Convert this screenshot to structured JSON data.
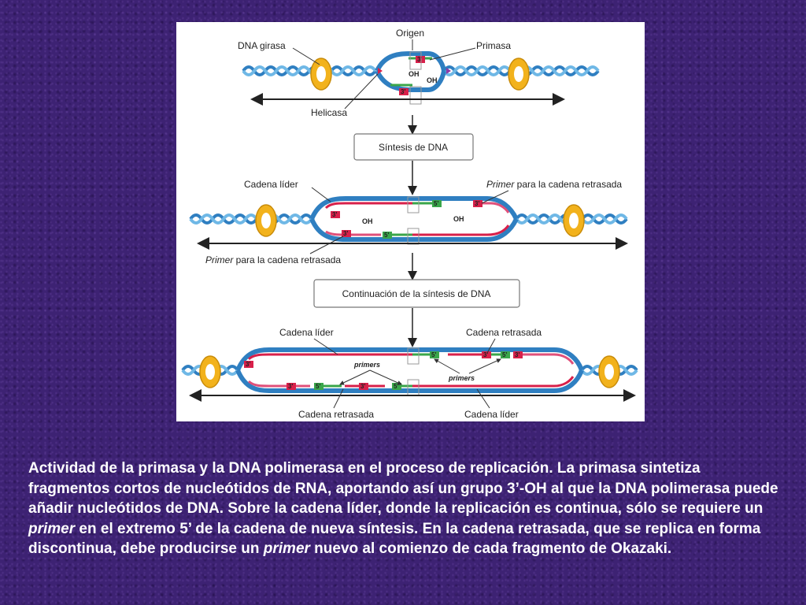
{
  "figure": {
    "labels": {
      "origen": "Origen",
      "dna_girasa": "DNA girasa",
      "primasa": "Primasa",
      "helicasa": "Helicasa",
      "cadena_lider": "Cadena líder",
      "primer_word": "Primer",
      "para_retrasada": " para la cadena retrasada",
      "cadena_retrasada": "Cadena retrasada",
      "primers": "primers",
      "oh": "OH",
      "three": "3'",
      "five": "5'"
    },
    "boxes": {
      "sintesis": "Síntesis de DNA",
      "continuacion": "Continuación de la síntesis de DNA"
    }
  },
  "caption": {
    "p1": "Actividad de la primasa y la DNA polimerasa en el proceso de replicación. La primasa sintetiza fragmentos cortos de nucleótidos de RNA, aportando así un grupo 3’-OH al que la DNA polimerasa puede añadir nucleótidos de DNA. Sobre la cadena líder, donde la replicación es continua, sólo se requiere un ",
    "em1": "primer",
    "p2": " en el extremo 5’ de la cadena de nueva síntesis. En la cadena retrasada, que se replica en forma discontinua, debe producirse un ",
    "em2": "primer",
    "p3": " nuevo al comienzo de cada fragmento de Okazaki."
  },
  "colors": {
    "dna_blue": "#2f7fc1",
    "dna_light": "#6fb8e6",
    "new_strand_red": "#d8204a",
    "new_strand_pink": "#e0507a",
    "rna_primer_green": "#3aa64a",
    "gyrase_gold": "#f2b21c",
    "background_purple": "#3d2273"
  },
  "icons": [
    "helix-icon",
    "gyrase-ring-icon",
    "arrow-icon"
  ]
}
